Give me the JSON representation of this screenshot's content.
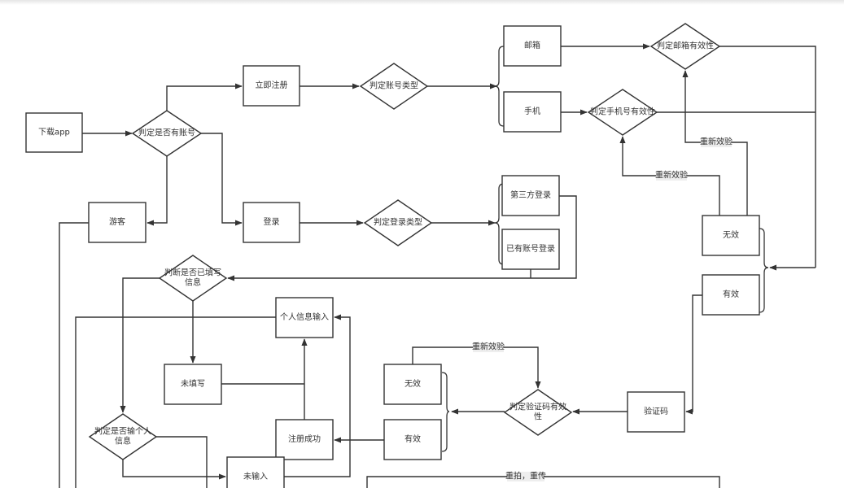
{
  "diagram": {
    "type": "flowchart",
    "nodes": {
      "download_app": "下载app",
      "has_account": "判定是否有账号",
      "register_now": "立即注册",
      "account_type": "判定账号类型",
      "email": "邮箱",
      "phone": "手机",
      "email_valid": "判定邮箱有效性",
      "phone_valid": "判定手机号有效性",
      "guest": "游客",
      "login": "登录",
      "login_type": "判定登录类型",
      "third_party_login": "第三方登录",
      "existing_account_login": "已有账号登录",
      "info_filled_line1": "判断是否已填写",
      "info_filled_line2": "信息",
      "personal_info_input": "个人信息输入",
      "not_filled": "未填写",
      "invalid_top": "无效",
      "valid_top": "有效",
      "invalid_mid": "无效",
      "valid_mid": "有效",
      "code_valid_line1": "判定验证码有效",
      "code_valid_line2": "性",
      "verify_code": "验证码",
      "register_success": "注册成功",
      "info_entered_line1": "判定是否输个人",
      "info_entered_line2": "信息",
      "not_entered": "未输入"
    },
    "edge_labels": {
      "retry_email": "重新效验",
      "retry_phone": "重新效验",
      "retry_code": "重新效验",
      "reshoot_reupload": "重拍，重传"
    },
    "colors": {
      "stroke": "#333333",
      "fill": "#ffffff",
      "edge_label_bg": "#eeeeee"
    }
  }
}
